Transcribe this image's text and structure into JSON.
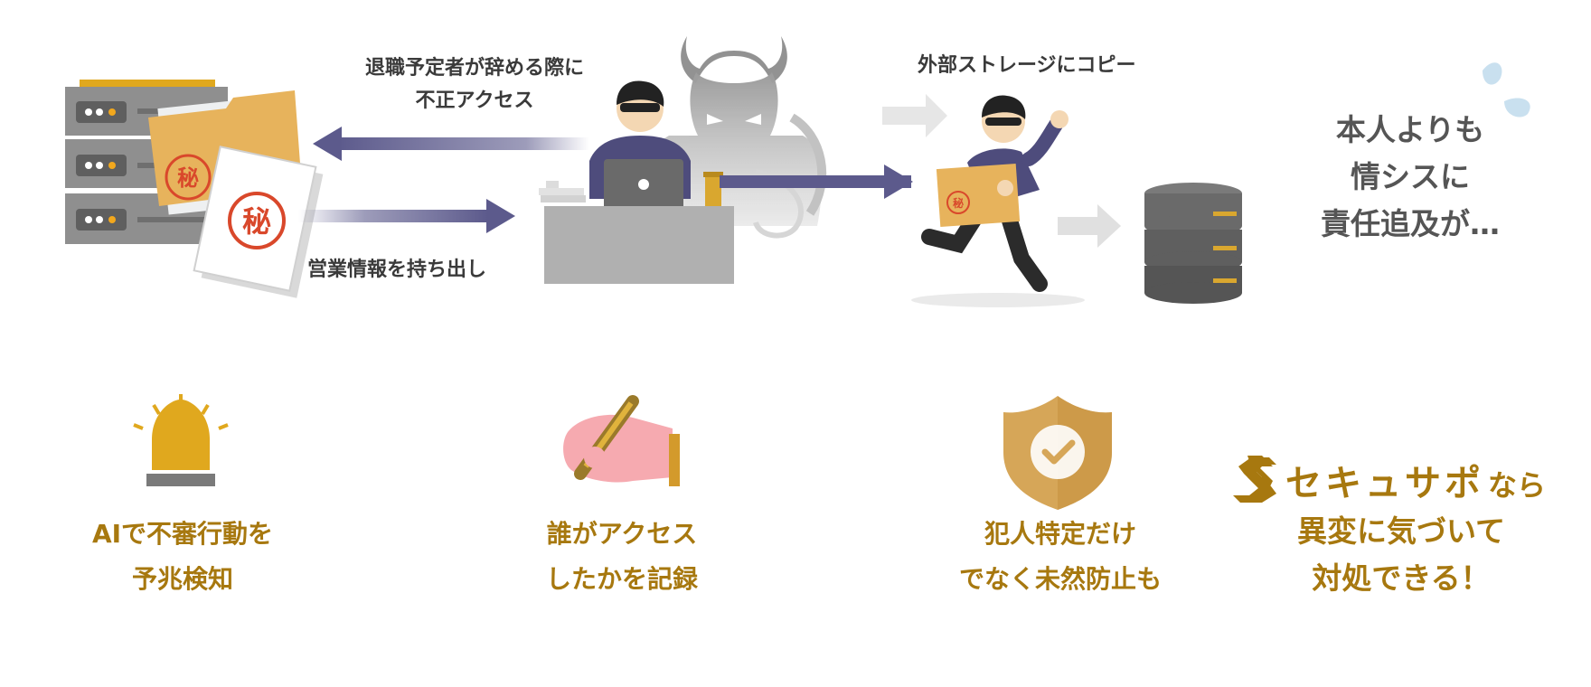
{
  "labels": {
    "unauthorized_access_line1": "退職予定者が辞める際に",
    "unauthorized_access_line2": "不正アクセス",
    "take_out_info": "営業情報を持ち出し",
    "copy_external": "外部ストレージにコピー",
    "secret_stamp": "秘"
  },
  "blame_message": {
    "line1": "本人よりも",
    "line2": "情シスに",
    "line3": "責任追及が…"
  },
  "features": [
    {
      "line1": "AIで不審行動を",
      "line2": "予兆検知",
      "icon": "alarm-light-icon"
    },
    {
      "line1": "誰がアクセス",
      "line2": "したかを記録",
      "icon": "writing-hand-icon"
    },
    {
      "line1": "犯人特定だけ",
      "line2": "でなく未然防止も",
      "icon": "shield-check-icon"
    }
  ],
  "brand": {
    "name": "セキュサポ",
    "suffix": "なら",
    "message_line1": "異変に気づいて",
    "message_line2": "対処できる！"
  },
  "colors": {
    "gold": "#a7780f",
    "arrow_purple": "#5c5a8c",
    "stamp_red": "#d9482b",
    "gray_text": "#555555"
  }
}
